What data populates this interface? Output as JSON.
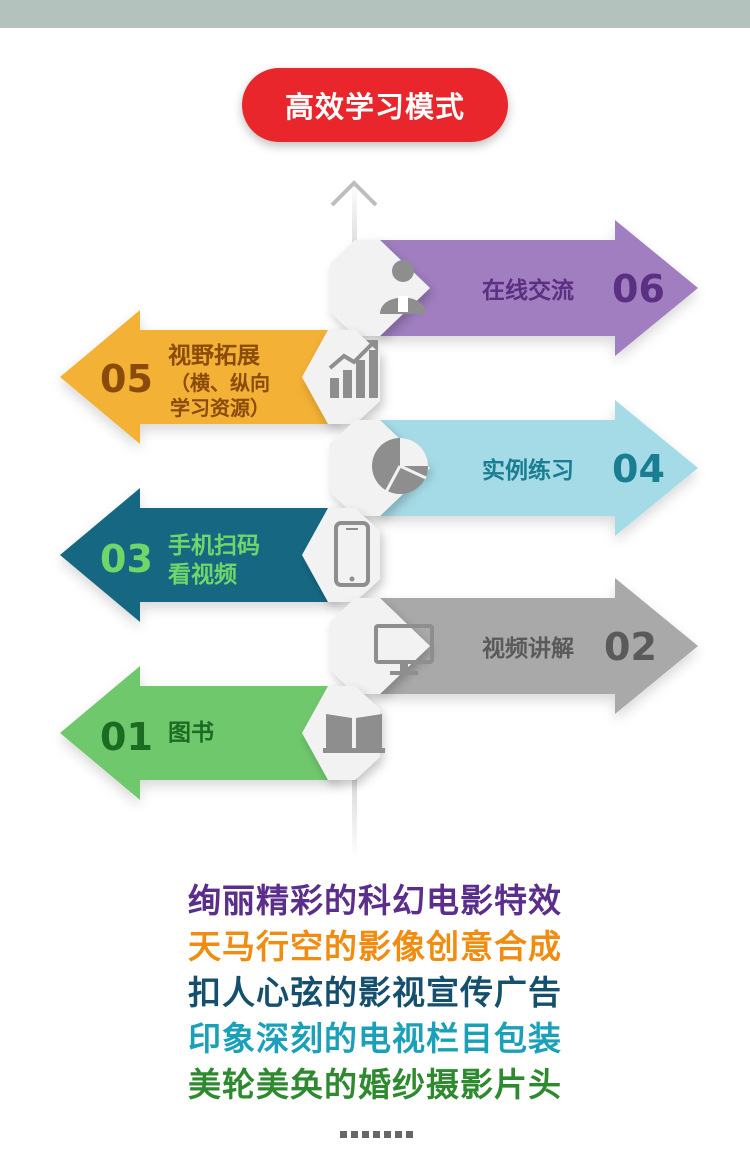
{
  "header": {
    "title": "高效学习模式"
  },
  "steps": [
    {
      "number": "06",
      "label": "在线交流",
      "icon": "person-icon",
      "color": "#a07ec0",
      "text_color": "#5b2f82"
    },
    {
      "number": "05",
      "label": "视野拓展",
      "sublabel_1": "（横、纵向",
      "sublabel_2": "学习资源）",
      "icon": "bar-chart-icon",
      "color": "#f3b135",
      "text_color": "#8a4b0a"
    },
    {
      "number": "04",
      "label": "实例练习",
      "icon": "pie-chart-icon",
      "color": "#a5dbe7",
      "text_color": "#1a7d91"
    },
    {
      "number": "03",
      "label": "手机扫码",
      "sublabel_1": "看视频",
      "icon": "phone-icon",
      "color": "#156882",
      "text_color": "#6fd66a"
    },
    {
      "number": "02",
      "label": "视频讲解",
      "icon": "monitor-icon",
      "color": "#a9a9a9",
      "text_color": "#5a5a5a"
    },
    {
      "number": "01",
      "label": "图书",
      "icon": "book-icon",
      "color": "#6fc86c",
      "text_color": "#1c6b23"
    }
  ],
  "taglines": [
    {
      "text": "绚丽精彩的科幻电影特效",
      "color": "#5b2e8c"
    },
    {
      "text": "天马行空的影像创意合成",
      "color": "#f08c10"
    },
    {
      "text": "扣人心弦的影视宣传广告",
      "color": "#14506e"
    },
    {
      "text": "印象深刻的电视栏目包装",
      "color": "#1aa0b8"
    },
    {
      "text": "美轮美奂的婚纱摄影片头",
      "color": "#2e8a2e"
    }
  ]
}
